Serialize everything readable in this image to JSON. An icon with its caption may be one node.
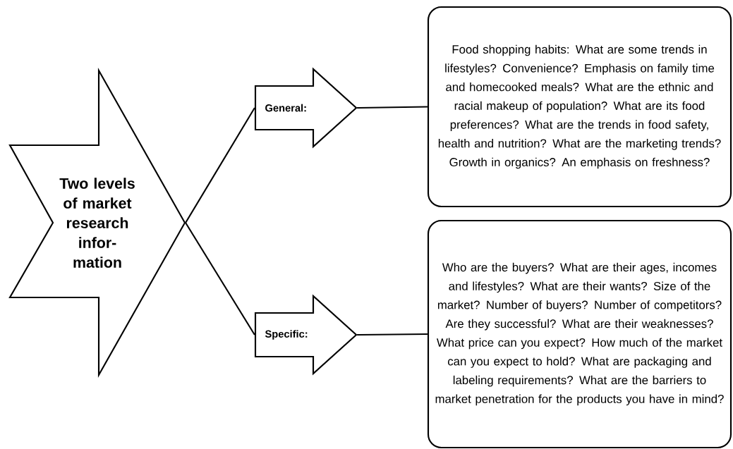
{
  "diagram": {
    "nodes": [
      {
        "text": [
          "Two levels of market research infor- mation"
        ]
      },
      {
        "text": [
          "General:"
        ]
      },
      {
        "text": [
          "Specific:"
        ]
      },
      {
        "text": [
          "Food shopping habits: What are some trends in lifestyles? Convenience? Emphasis on family time and homecooked meals? What are the ethnic and racial makeup of population? What are its food preferences? What are the trends in food safety, health and nutrition? What are the marketing trends? Growth in organics? An emphasis on freshness?"
        ]
      },
      {
        "text": [
          "Who are the buyers? What are their ages, incomes and lifestyles? What are their wants? Size of the market? Number of buyers? Number of competitors? Are they successful? What are their weaknesses? What price can you expect? How much of the market can you expect to hold? What are packaging and labeling requirements? What are the barriers to market penetration for the products you have in mind?"
        ]
      }
    ],
    "edges": [
      {
        "from": 0,
        "to": 1,
        "arrow": "none"
      },
      {
        "from": 0,
        "to": 2,
        "arrow": "none"
      },
      {
        "from": 1,
        "to": 3,
        "arrow": "none"
      },
      {
        "from": 2,
        "to": 4,
        "arrow": "none"
      }
    ]
  }
}
